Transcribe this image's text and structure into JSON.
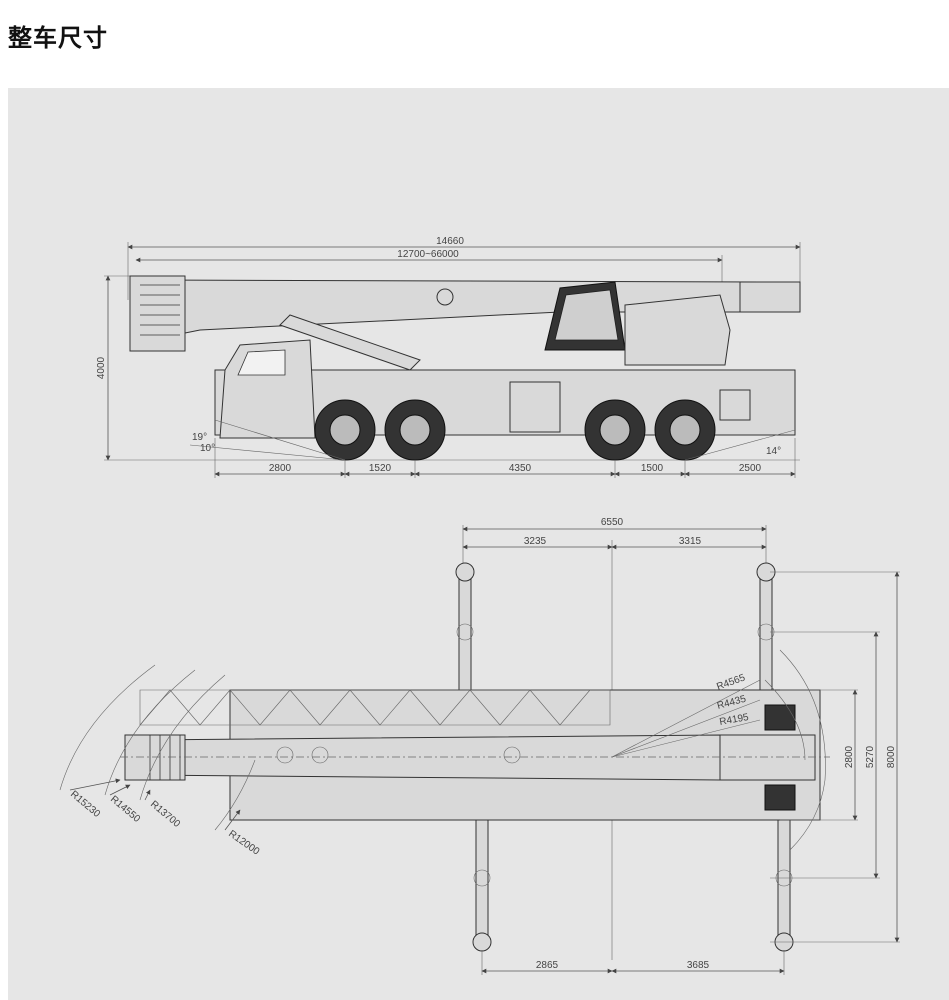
{
  "title": "整车尺寸",
  "side_view": {
    "overall_length": "14660",
    "boom_length_range": "12700~66000",
    "height": "4000",
    "approach_angle": "19°",
    "approach_angle_2": "10°",
    "departure_angle": "14°",
    "segments": [
      "2800",
      "1520",
      "4350",
      "1500",
      "2500"
    ]
  },
  "top_view": {
    "top_span": "6550",
    "top_left": "3235",
    "top_right": "3315",
    "bottom_left": "2865",
    "bottom_right": "3685",
    "width_inner": "2800",
    "width_mid": "5270",
    "width_outer": "8000",
    "radii_rear": [
      "R4565",
      "R4435",
      "R4195"
    ],
    "radii_front": [
      "R15230",
      "R14550",
      "R13700",
      "R12000"
    ]
  }
}
